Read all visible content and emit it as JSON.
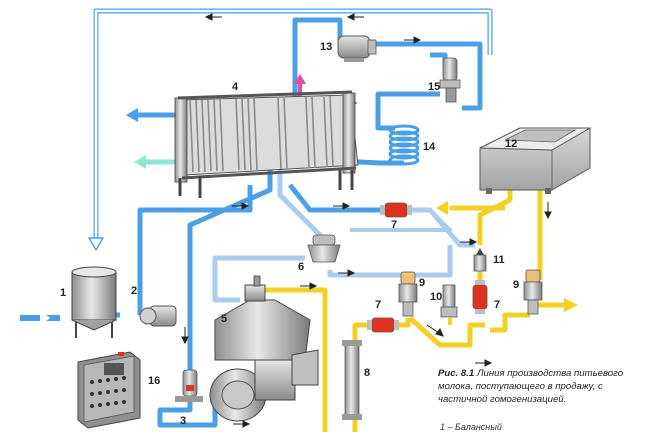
{
  "figure": {
    "caption_label": "Рис. 8.1",
    "caption_text": "Линия производства питьевого молока, поступающего в продажу, с частичной гомогенизацией.",
    "caption_tail": "1 – Балансный",
    "colors": {
      "milk_pipe": "#4a9fe6",
      "light_pipe": "#a9cdee",
      "cream_pipe": "#f2d024",
      "hot_water_pipe": "#e94b9b",
      "cold_water_pipe": "#8ee7d2",
      "flow_meter": "#e0321f"
    }
  },
  "components": [
    {
      "id": "1",
      "label": "1",
      "name": "balance-tank"
    },
    {
      "id": "2",
      "label": "2",
      "name": "feed-pump"
    },
    {
      "id": "3",
      "label": "3",
      "name": "flow-controller"
    },
    {
      "id": "4",
      "label": "4",
      "name": "plate-heat-exchanger"
    },
    {
      "id": "5",
      "label": "5",
      "name": "separator"
    },
    {
      "id": "6",
      "label": "6",
      "name": "constant-pressure-valve"
    },
    {
      "id": "7a",
      "label": "7",
      "name": "flow-meter"
    },
    {
      "id": "7b",
      "label": "7",
      "name": "flow-meter"
    },
    {
      "id": "7c",
      "label": "7",
      "name": "flow-meter"
    },
    {
      "id": "8",
      "label": "8",
      "name": "density-transmitter"
    },
    {
      "id": "9a",
      "label": "9",
      "name": "regulating-valve"
    },
    {
      "id": "9b",
      "label": "9",
      "name": "regulating-valve"
    },
    {
      "id": "10",
      "label": "10",
      "name": "check-valve"
    },
    {
      "id": "11",
      "label": "11",
      "name": "shut-off-valve"
    },
    {
      "id": "12",
      "label": "12",
      "name": "homogenizer"
    },
    {
      "id": "13",
      "label": "13",
      "name": "booster-pump"
    },
    {
      "id": "14",
      "label": "14",
      "name": "holding-tube"
    },
    {
      "id": "15",
      "label": "15",
      "name": "flow-diversion-valve"
    },
    {
      "id": "16",
      "label": "16",
      "name": "control-panel"
    }
  ]
}
